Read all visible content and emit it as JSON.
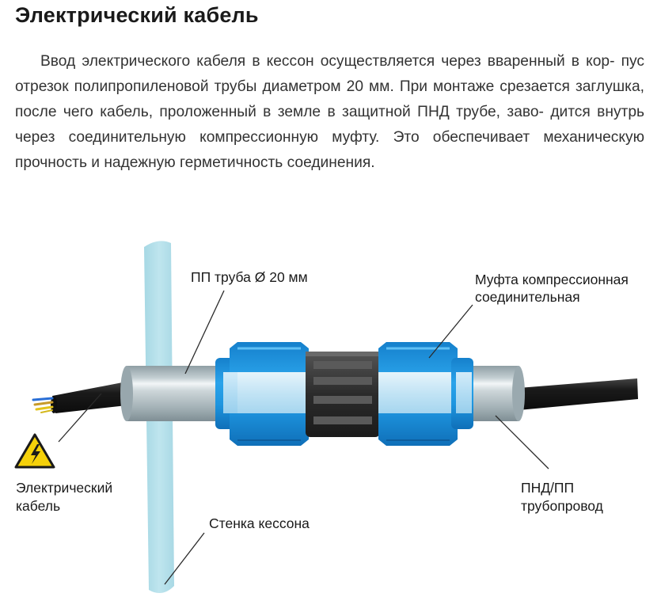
{
  "page": {
    "title": "Электрический кабель",
    "paragraph_lines": [
      "Ввод электрического кабеля в кессон осуществляется через вваренный в кор-",
      "пус отрезок полипропиленовой трубы диаметром 20 мм. При монтаже срезается",
      "заглушка, после чего кабель, проложенный в земле в защитной ПНД трубе, заво-",
      "дится внутрь через соединительную компрессионную муфту. Это обеспечивает",
      "механическую прочность и надежную герметичность соединения."
    ]
  },
  "diagram": {
    "labels": {
      "pp_pipe": "ПП труба Ø 20 мм",
      "coupling_line1": "Муфта компрессионная",
      "coupling_line2": "соединительная",
      "cable_line1": "Электрический",
      "cable_line2": "кабель",
      "pipeline_line1": "ПНД/ПП",
      "pipeline_line2": "трубопровод",
      "wall": "Стенка кессона"
    },
    "icons": [
      "high-voltage-warning-icon"
    ],
    "colors": {
      "wall": "#b5dfe8",
      "pipe": "#a9b6bb",
      "coupling_blue": "#1e95df",
      "coupling_light": "#cfe9f7",
      "nut": "#3a3a3a",
      "cable": "#1b1b1b",
      "warning_yellow": "#f5d10a"
    }
  }
}
